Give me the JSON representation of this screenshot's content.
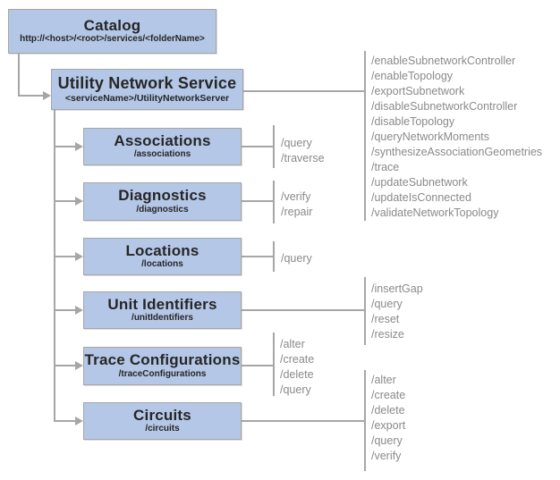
{
  "colors": {
    "box_fill": "#b4c7e7",
    "box_border": "#a6a6a6",
    "connector_line": "#a6a6a6",
    "operation_text": "#8a8a8a",
    "box_text": "#262626"
  },
  "catalog": {
    "title": "Catalog",
    "subtitle": "http://<host>/<root>/services/<folderName>"
  },
  "service": {
    "title": "Utility Network Service",
    "subtitle": "<serviceName>/UtilityNetworkServer",
    "operations": [
      "/enableSubnetworkController",
      "/enableTopology",
      "/exportSubnetwork",
      "/disableSubnetworkController",
      "/disableTopology",
      "/queryNetworkMoments",
      "/synthesizeAssociationGeometries",
      "/trace",
      "/updateSubnetwork",
      "/updateIsConnected",
      "/validateNetworkTopology"
    ]
  },
  "resources": [
    {
      "title": "Associations",
      "subtitle": "/associations",
      "operations": [
        "/query",
        "/traverse"
      ]
    },
    {
      "title": "Diagnostics",
      "subtitle": "/diagnostics",
      "operations": [
        "/verify",
        "/repair"
      ]
    },
    {
      "title": "Locations",
      "subtitle": "/locations",
      "operations": [
        "/query"
      ]
    },
    {
      "title": "Unit Identifiers",
      "subtitle": "/unitIdentifiers",
      "operations": [
        "/insertGap",
        "/query",
        "/reset",
        "/resize"
      ]
    },
    {
      "title": "Trace Configurations",
      "subtitle": "/traceConfigurations",
      "operations": [
        "/alter",
        "/create",
        "/delete",
        "/query"
      ]
    },
    {
      "title": "Circuits",
      "subtitle": "/circuits",
      "operations": [
        "/alter",
        "/create",
        "/delete",
        "/export",
        "/query",
        "/verify"
      ]
    }
  ]
}
